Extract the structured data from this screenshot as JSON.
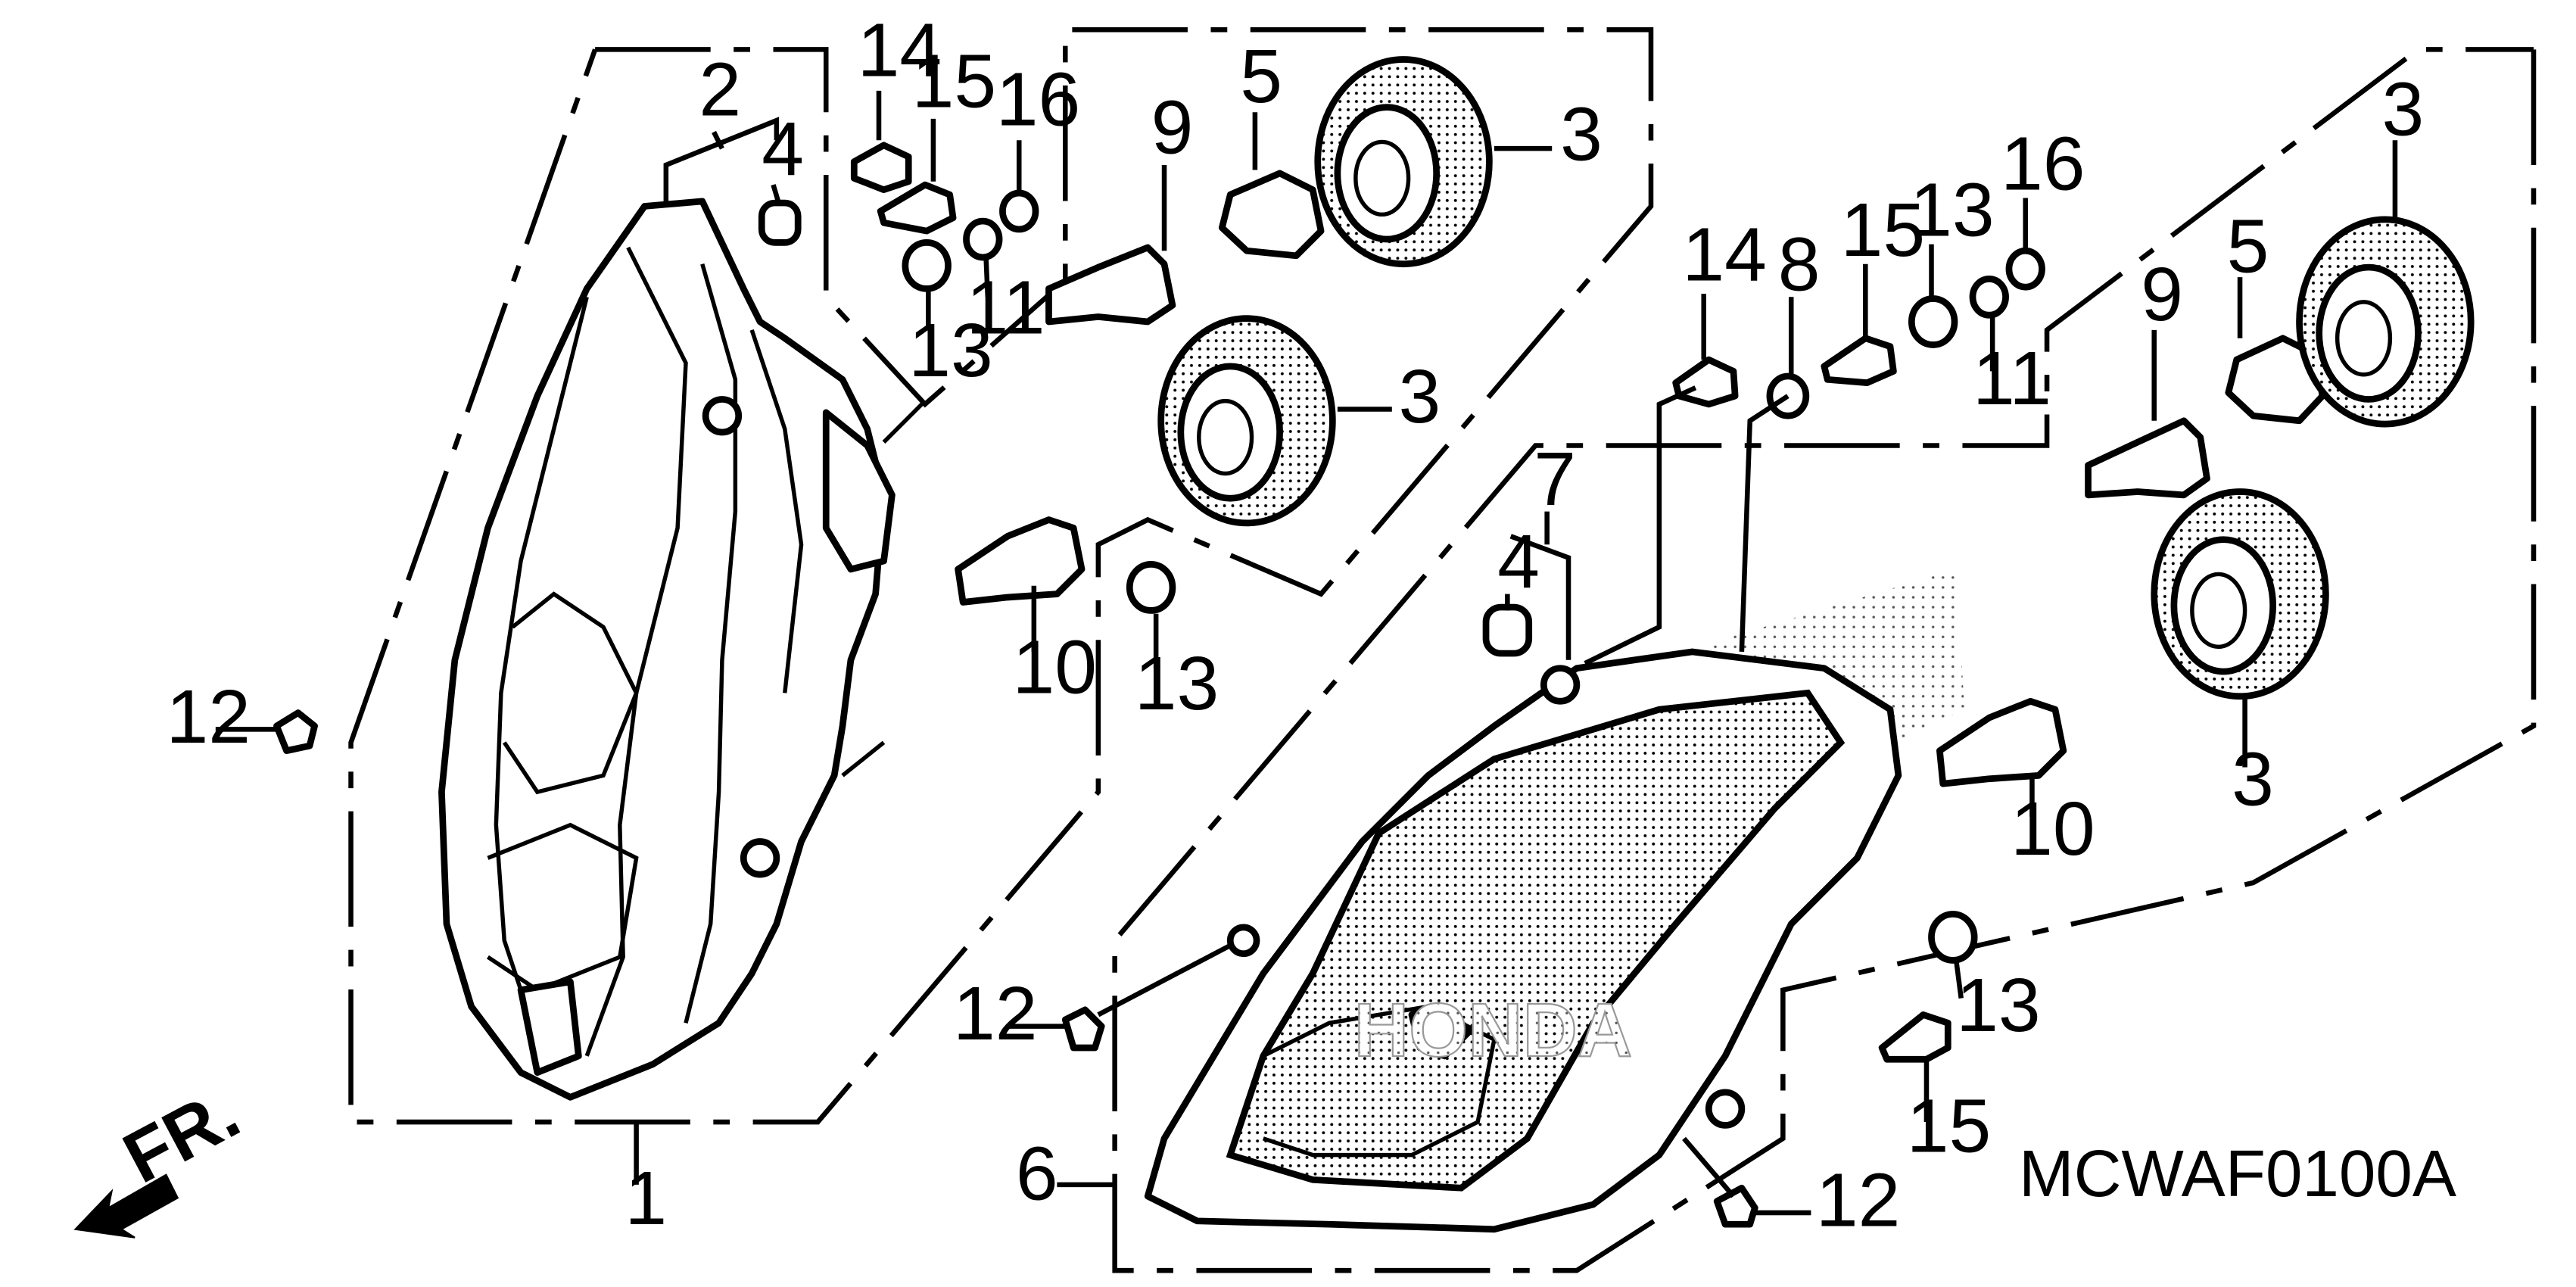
{
  "diagram": {
    "code": "MCWAF0100A",
    "direction_label": "FR.",
    "callouts": [
      "1",
      "2",
      "3",
      "4",
      "5",
      "6",
      "7",
      "8",
      "9",
      "10",
      "11",
      "12",
      "13",
      "14",
      "15",
      "16"
    ]
  }
}
